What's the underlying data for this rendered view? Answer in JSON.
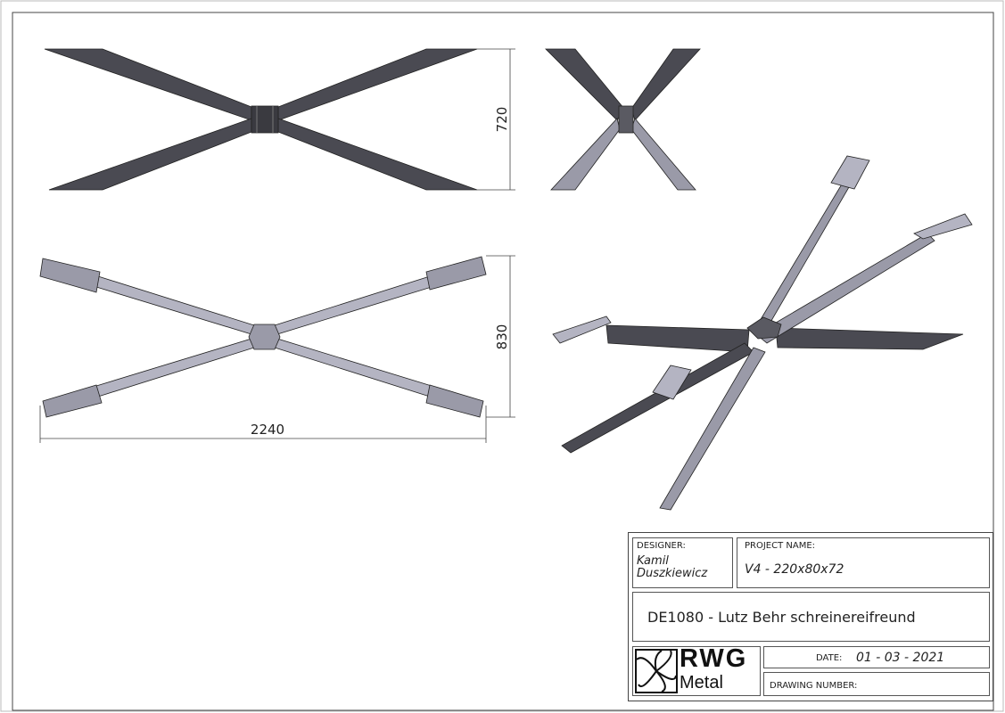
{
  "dimensions": {
    "height_front": "720",
    "width_top": "830",
    "length_top": "2240"
  },
  "title_block": {
    "designer_label": "DESIGNER:",
    "designer_value": "Kamil Duszkiewicz",
    "designer_line1": "Kamil",
    "designer_line2": "Duszkiewicz",
    "project_label": "PROJECT NAME:",
    "project_value": "V4 - 220x80x72",
    "description": "DE1080 - Lutz Behr schreinereifreund",
    "logo_text_top": "RWG",
    "logo_text_bottom": "Metal",
    "date_label": "DATE:",
    "date_value": "01 - 03 - 2021",
    "drawing_number_label": "DRAWING NUMBER:"
  },
  "colors": {
    "steel_dark": "#4a4a52",
    "steel_light": "#9a9aa8",
    "line": "#333333"
  }
}
